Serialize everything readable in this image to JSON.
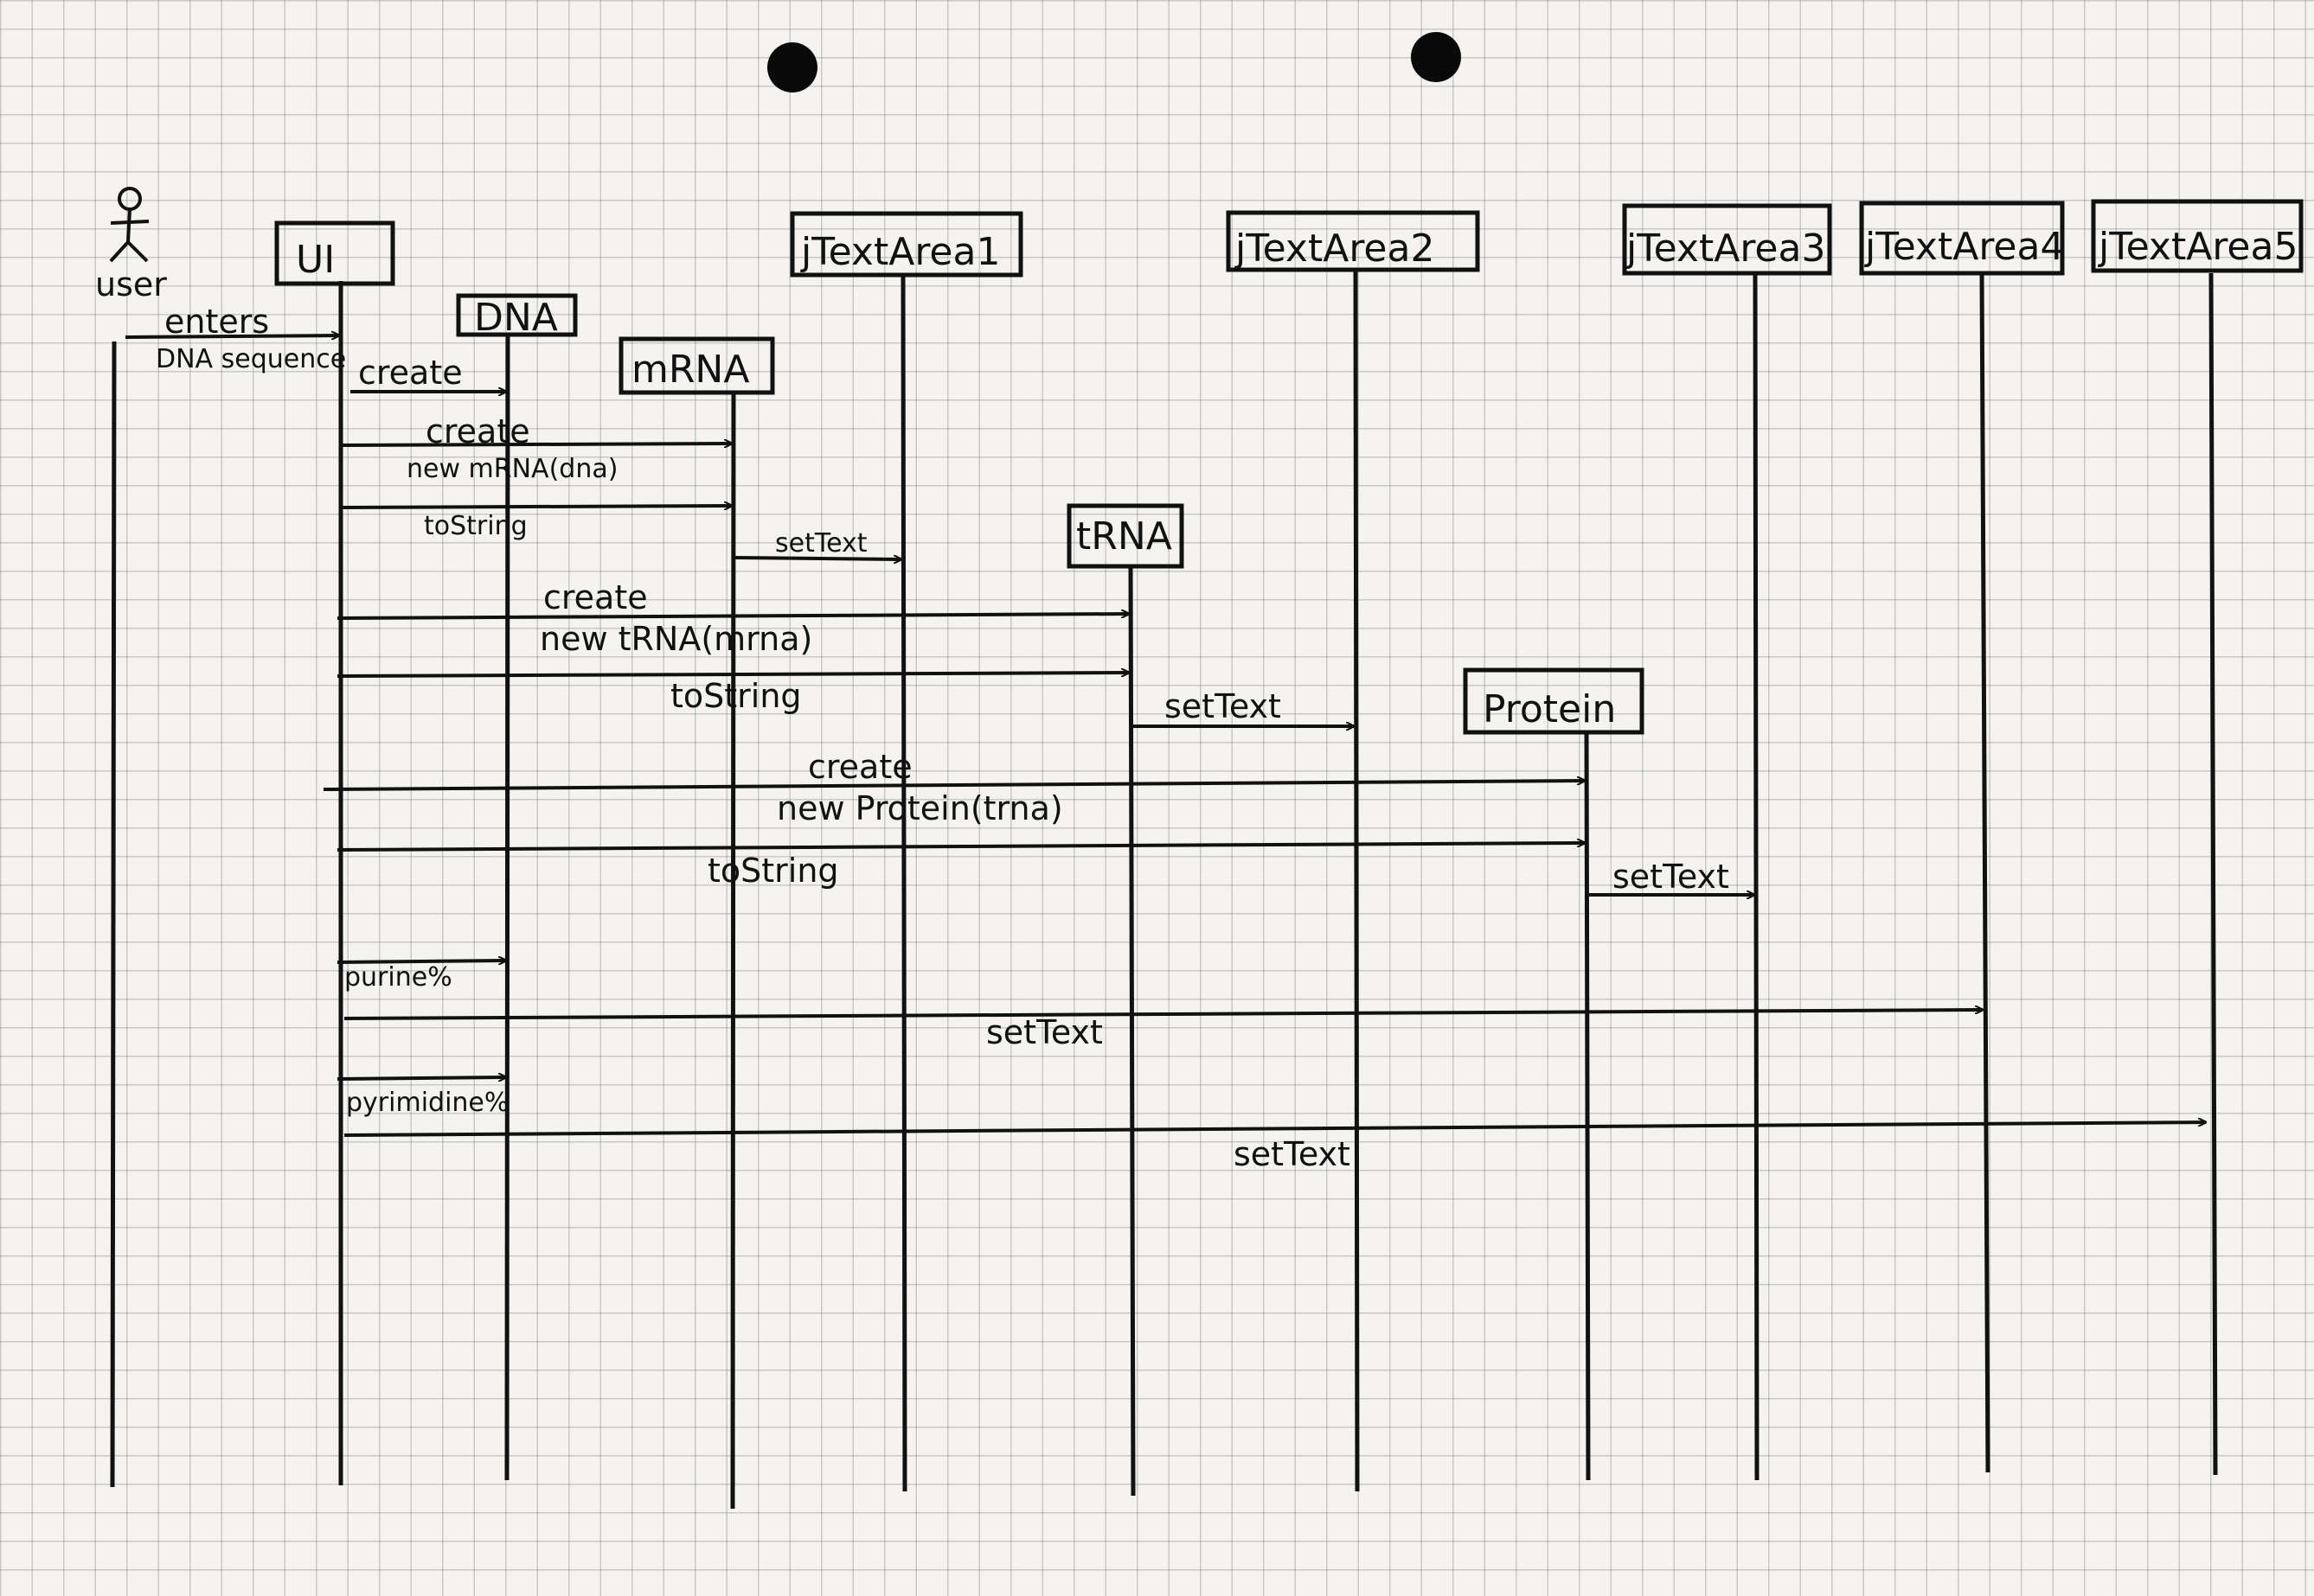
{
  "actor": {
    "label": "user"
  },
  "participants": {
    "ui": "UI",
    "dna": "DNA",
    "mrna": "mRNA",
    "jtextarea1": "jTextArea1",
    "trna": "tRNA",
    "jtextarea2": "jTextArea2",
    "protein": "Protein",
    "jtextarea3": "jTextArea3",
    "jtextarea4": "jTextArea4",
    "jtextarea5": "jTextArea5"
  },
  "messages": {
    "enters": "enters",
    "dna_sequence": "DNA sequence",
    "create_dna": "create",
    "create_mrna": "create",
    "new_mrna": "new mRNA(dna)",
    "tostring_mrna": "toString",
    "settext_1": "setText",
    "create_trna": "create",
    "new_trna": "new tRNA(mrna)",
    "tostring_trna": "toString",
    "settext_2": "setText",
    "create_protein": "create",
    "new_protein": "new Protein(trna)",
    "tostring_protein": "toString",
    "settext_3": "setText",
    "purine": "purine%",
    "settext_4": "setText",
    "pyrimidine": "pyrimidine%",
    "settext_5": "setText"
  }
}
